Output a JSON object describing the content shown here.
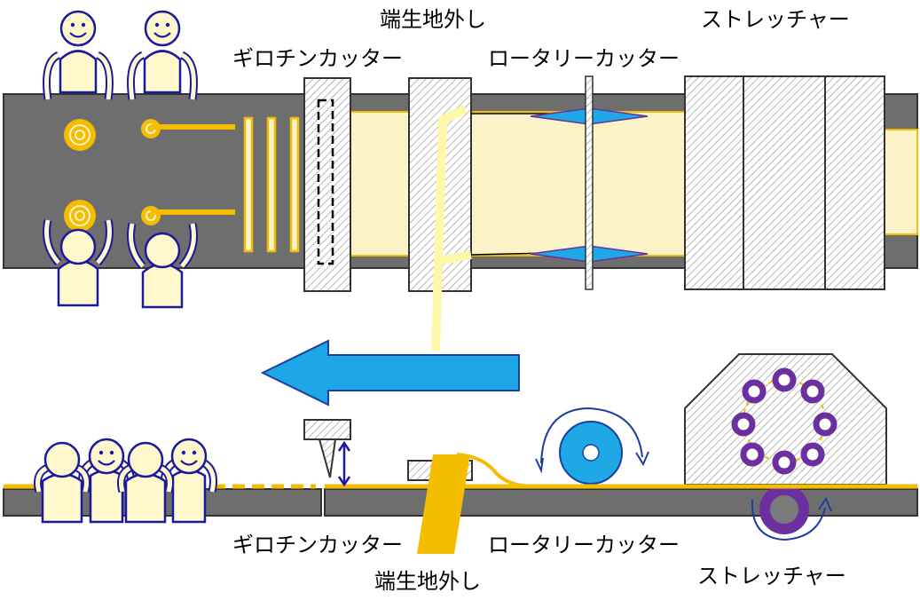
{
  "labels": {
    "top_guillotine": "ギロチンカッター",
    "top_edge_removal": "端生地外し",
    "top_rotary": "ロータリーカッター",
    "top_stretcher": "ストレッチャー",
    "bottom_guillotine": "ギロチンカッター",
    "bottom_rotary": "ロータリーカッター",
    "bottom_edge_removal": "端生地外し",
    "bottom_stretcher": "ストレッチャー"
  },
  "colors": {
    "conveyor": "#6e6e6e",
    "fabric": "#fdf3c8",
    "gold": "#f5bd00",
    "flow_arrow": "#1ea7e6",
    "rotary_blade": "#1fa8e6",
    "stretcher_ring": "#6c2fa0",
    "figure_outline": "#1a1aa0",
    "figure_fill": "#fff8cc"
  }
}
